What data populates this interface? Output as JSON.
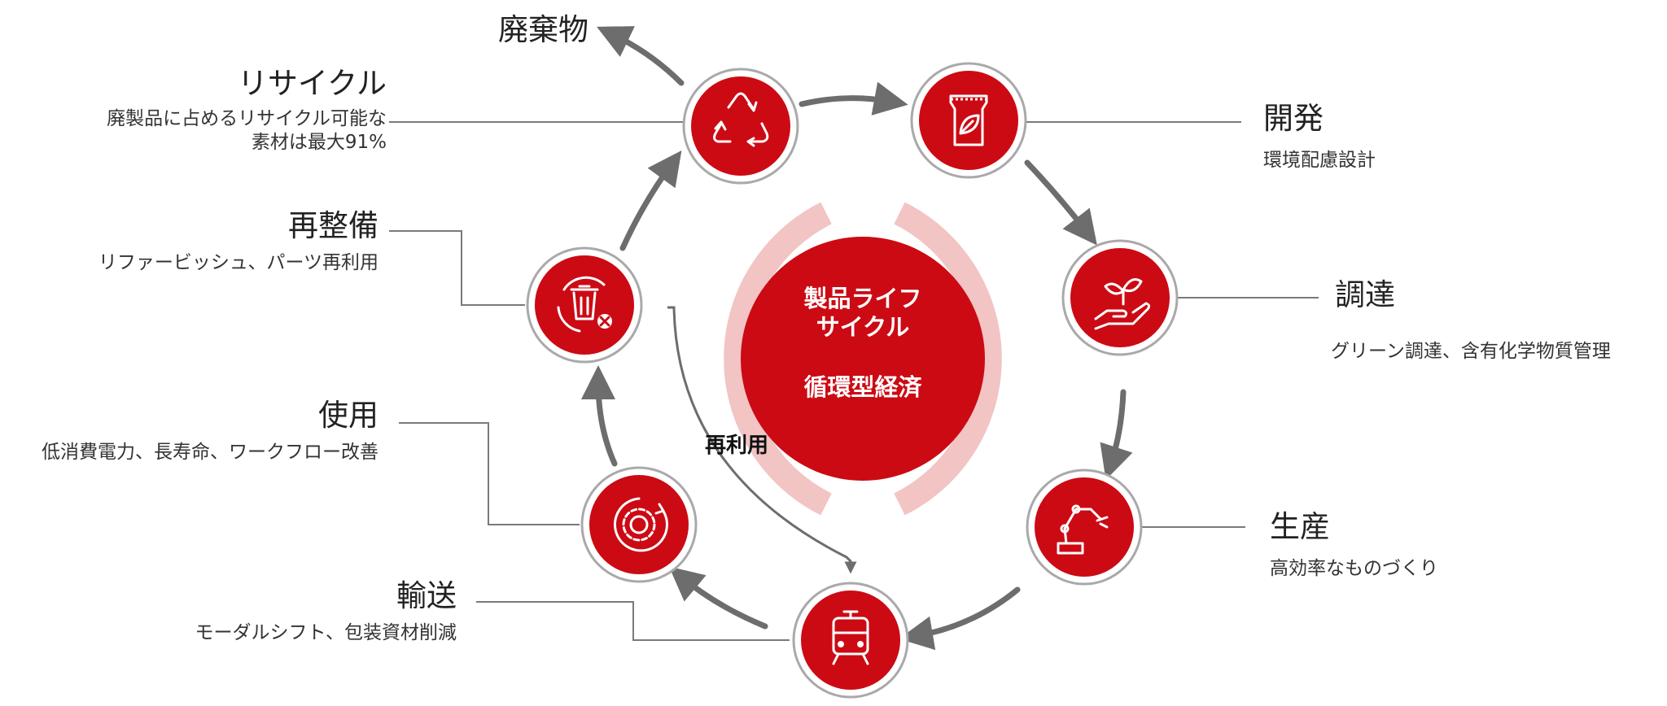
{
  "center": {
    "line1": "製品ライフ",
    "line2": "サイクル",
    "line3": "循環型経済"
  },
  "reuse_label": "再利用",
  "waste_label": "廃棄物",
  "stages": {
    "development": {
      "title": "開発",
      "sub": "環境配慮設計",
      "icon": "seed-bag-icon"
    },
    "procurement": {
      "title": "調達",
      "sub": "グリーン調達、含有化学物質管理",
      "icon": "hand-sprout-icon"
    },
    "production": {
      "title": "生産",
      "sub": "高効率なものづくり",
      "icon": "robot-arm-icon"
    },
    "transport": {
      "title": "輸送",
      "sub": "モーダルシフト、包装資材削減",
      "icon": "train-icon"
    },
    "use": {
      "title": "使用",
      "sub": "低消費電力、長寿命、ワークフロー改善",
      "icon": "gear-cycle-icon"
    },
    "refurbish": {
      "title": "再整備",
      "sub": "リファービッシュ、パーツ再利用",
      "icon": "trash-cycle-icon"
    },
    "recycle": {
      "title": "リサイクル",
      "sub_line1": "廃製品に占めるリサイクル可能な",
      "sub_line2": "素材は最大91%",
      "icon": "recycle-icon"
    }
  },
  "colors": {
    "accent": "#cc0a14",
    "ring": "#f2c4c4",
    "arrow": "#6d6d6d",
    "leader": "#7a7a7a"
  }
}
